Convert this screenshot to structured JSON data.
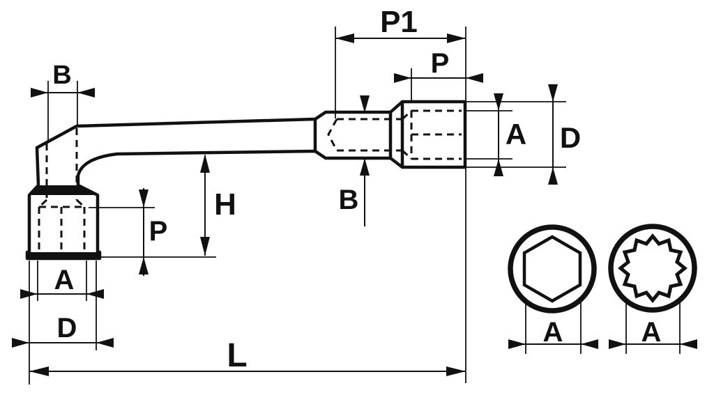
{
  "drawing": {
    "background": "#ffffff",
    "line_color": "#111111",
    "views": [
      "side-view-l-socket-wrench",
      "hex-socket-end-view",
      "twelve-point-socket-end-view"
    ],
    "labels": {
      "b_top_left": "B",
      "p1_top": "P1",
      "p_top_right": "P",
      "a_right": "A",
      "d_right": "D",
      "b_middle": "B",
      "h_middle": "H",
      "p_left": "P",
      "a_bottom_left": "A",
      "d_bottom_left": "D",
      "l_bottom": "L",
      "a_hex_face": "A",
      "a_twelve_point_face": "A"
    }
  }
}
